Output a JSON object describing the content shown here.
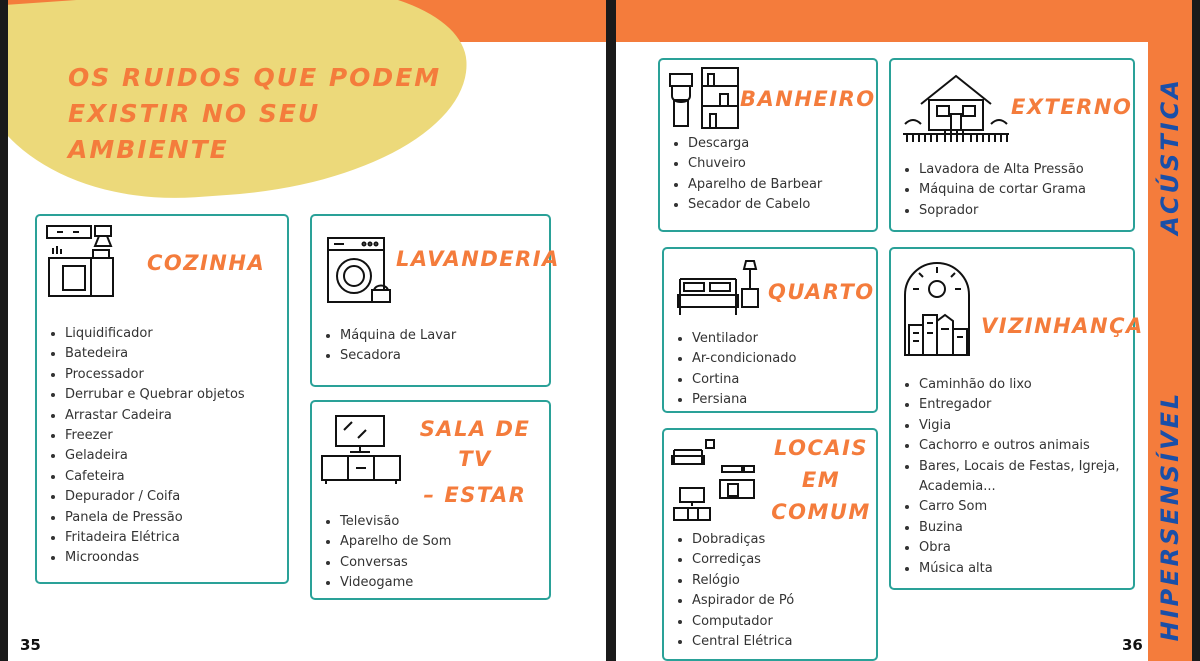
{
  "left_page": {
    "heading_line1": "OS RUIDOS QUE PODEM",
    "heading_line2": "EXISTIR NO SEU AMBIENTE",
    "page_number": "35",
    "cozinha": {
      "title": "COZINHA",
      "icon": "kitchen-icon",
      "items": [
        "Liquidificador",
        "Batedeira",
        "Processador",
        "Derrubar e Quebrar objetos",
        "Arrastar Cadeira",
        "Freezer",
        "Geladeira",
        "Cafeteira",
        "Depurador / Coifa",
        "Panela de Pressão",
        "Fritadeira Elétrica",
        "Microondas"
      ]
    },
    "lavanderia": {
      "title": "LAVANDERIA",
      "icon": "washing-machine-icon",
      "items": [
        "Máquina de Lavar",
        "Secadora"
      ]
    },
    "sala": {
      "title_line1": "SALA DE TV",
      "title_line2": "– ESTAR",
      "icon": "tv-stand-icon",
      "items": [
        "Televisão",
        "Aparelho de Som",
        "Conversas",
        "Videogame"
      ]
    }
  },
  "right_page": {
    "page_number": "36",
    "sidebar_top": "ACÚSTICA",
    "sidebar_bottom": "HIPERSENSÍVEL",
    "banheiro": {
      "title": "BANHEIRO",
      "icon": "toilet-icon",
      "items": [
        "Descarga",
        "Chuveiro",
        "Aparelho de Barbear",
        "Secador de Cabelo"
      ]
    },
    "externo": {
      "title": "EXTERNO",
      "icon": "house-icon",
      "items": [
        "Lavadora de Alta Pressão",
        "Máquina de cortar Grama",
        "Soprador"
      ]
    },
    "quarto": {
      "title": "QUARTO",
      "icon": "bed-icon",
      "items": [
        "Ventilador",
        "Ar-condicionado",
        "Cortina",
        "Persiana"
      ]
    },
    "vizinhanca": {
      "title": "VIZINHANÇA",
      "icon": "city-window-icon",
      "items": [
        "Caminhão do lixo",
        "Entregador",
        "Vigia",
        "Cachorro e outros animais",
        "Bares, Locais de Festas, Igreja, Academia...",
        "Carro Som",
        "Buzina",
        "Obra",
        "Música alta"
      ]
    },
    "locais": {
      "title_line1": "LOCAIS",
      "title_line2": "EM",
      "title_line3": "COMUM",
      "icon": "common-areas-icon",
      "items": [
        "Dobradiças",
        "Corrediças",
        "Relógio",
        "Aspirador de Pó",
        "Computador",
        "Central Elétrica"
      ]
    }
  },
  "colors": {
    "accent": "#f47c3c",
    "teal": "#2aa198",
    "yellow": "#ecd97a",
    "blue": "#1a4fa8"
  }
}
